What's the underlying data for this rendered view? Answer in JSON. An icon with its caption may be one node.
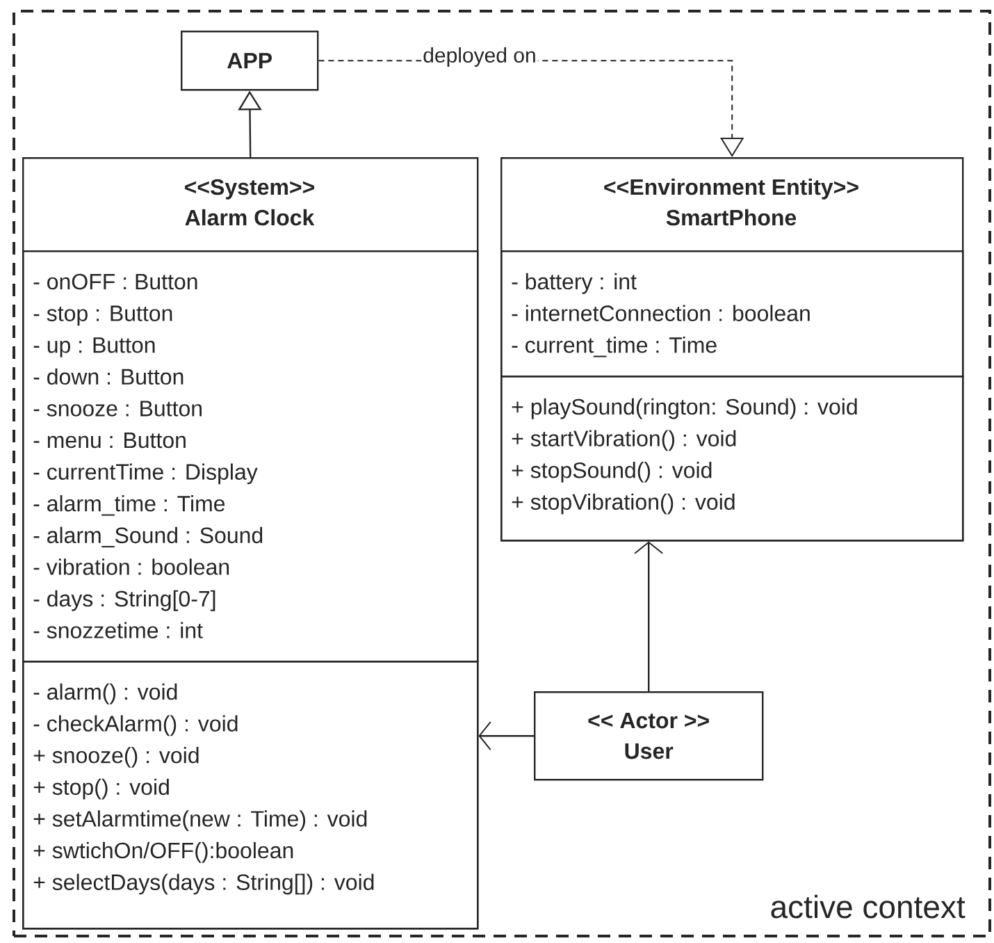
{
  "diagram": {
    "nodes": [
      {
        "text": [
          "active context"
        ]
      },
      {
        "text": [
          "APP"
        ],
        "in": 0
      },
      {
        "text": [
          "<<System>>",
          "Alarm Clock"
        ],
        "in": 0
      },
      {
        "text": [
          "- onOFF : Button",
          "- stop : Button",
          "- up : Button",
          "- down : Button",
          "- snooze : Button",
          "- menu : Button",
          "- currentTime : Display",
          "- alarm_time : Time",
          "- alarm_Sound : Sound",
          "- vibration : boolean",
          "- days : String[0-7]",
          "- snozzetime : int"
        ],
        "in": 2
      },
      {
        "text": [
          "- alarm() : void",
          "- checkAlarm() : void",
          "+ snooze() : void",
          "+ stop() : void",
          "+ setAlarmtime(new : Time) : void",
          "+ swtichOn/OFF():boolean",
          "+ selectDays(days : String[]) : void"
        ],
        "in": 2
      },
      {
        "text": [
          "<<Environment Entity>>",
          "SmartPhone"
        ],
        "in": 0
      },
      {
        "text": [
          "- battery : int",
          "- internetConnection : boolean",
          "- current_time : Time"
        ],
        "in": 5
      },
      {
        "text": [
          "+ playSound(rington: Sound) : void",
          "+ startVibration() : void",
          "+ stopSound() : void",
          "+ stopVibration() : void"
        ],
        "in": 5
      },
      {
        "text": [
          "<< Actor >>",
          "User"
        ],
        "in": 0
      }
    ],
    "edges": [
      {
        "from": 2,
        "to": 1,
        "arrow": "to"
      },
      {
        "from": 1,
        "to": 5,
        "arrow": "to",
        "label": "deployed on",
        "style": "dashed"
      },
      {
        "from": 8,
        "to": 5,
        "arrow": "to"
      },
      {
        "from": 8,
        "to": 2,
        "arrow": "to"
      }
    ]
  }
}
